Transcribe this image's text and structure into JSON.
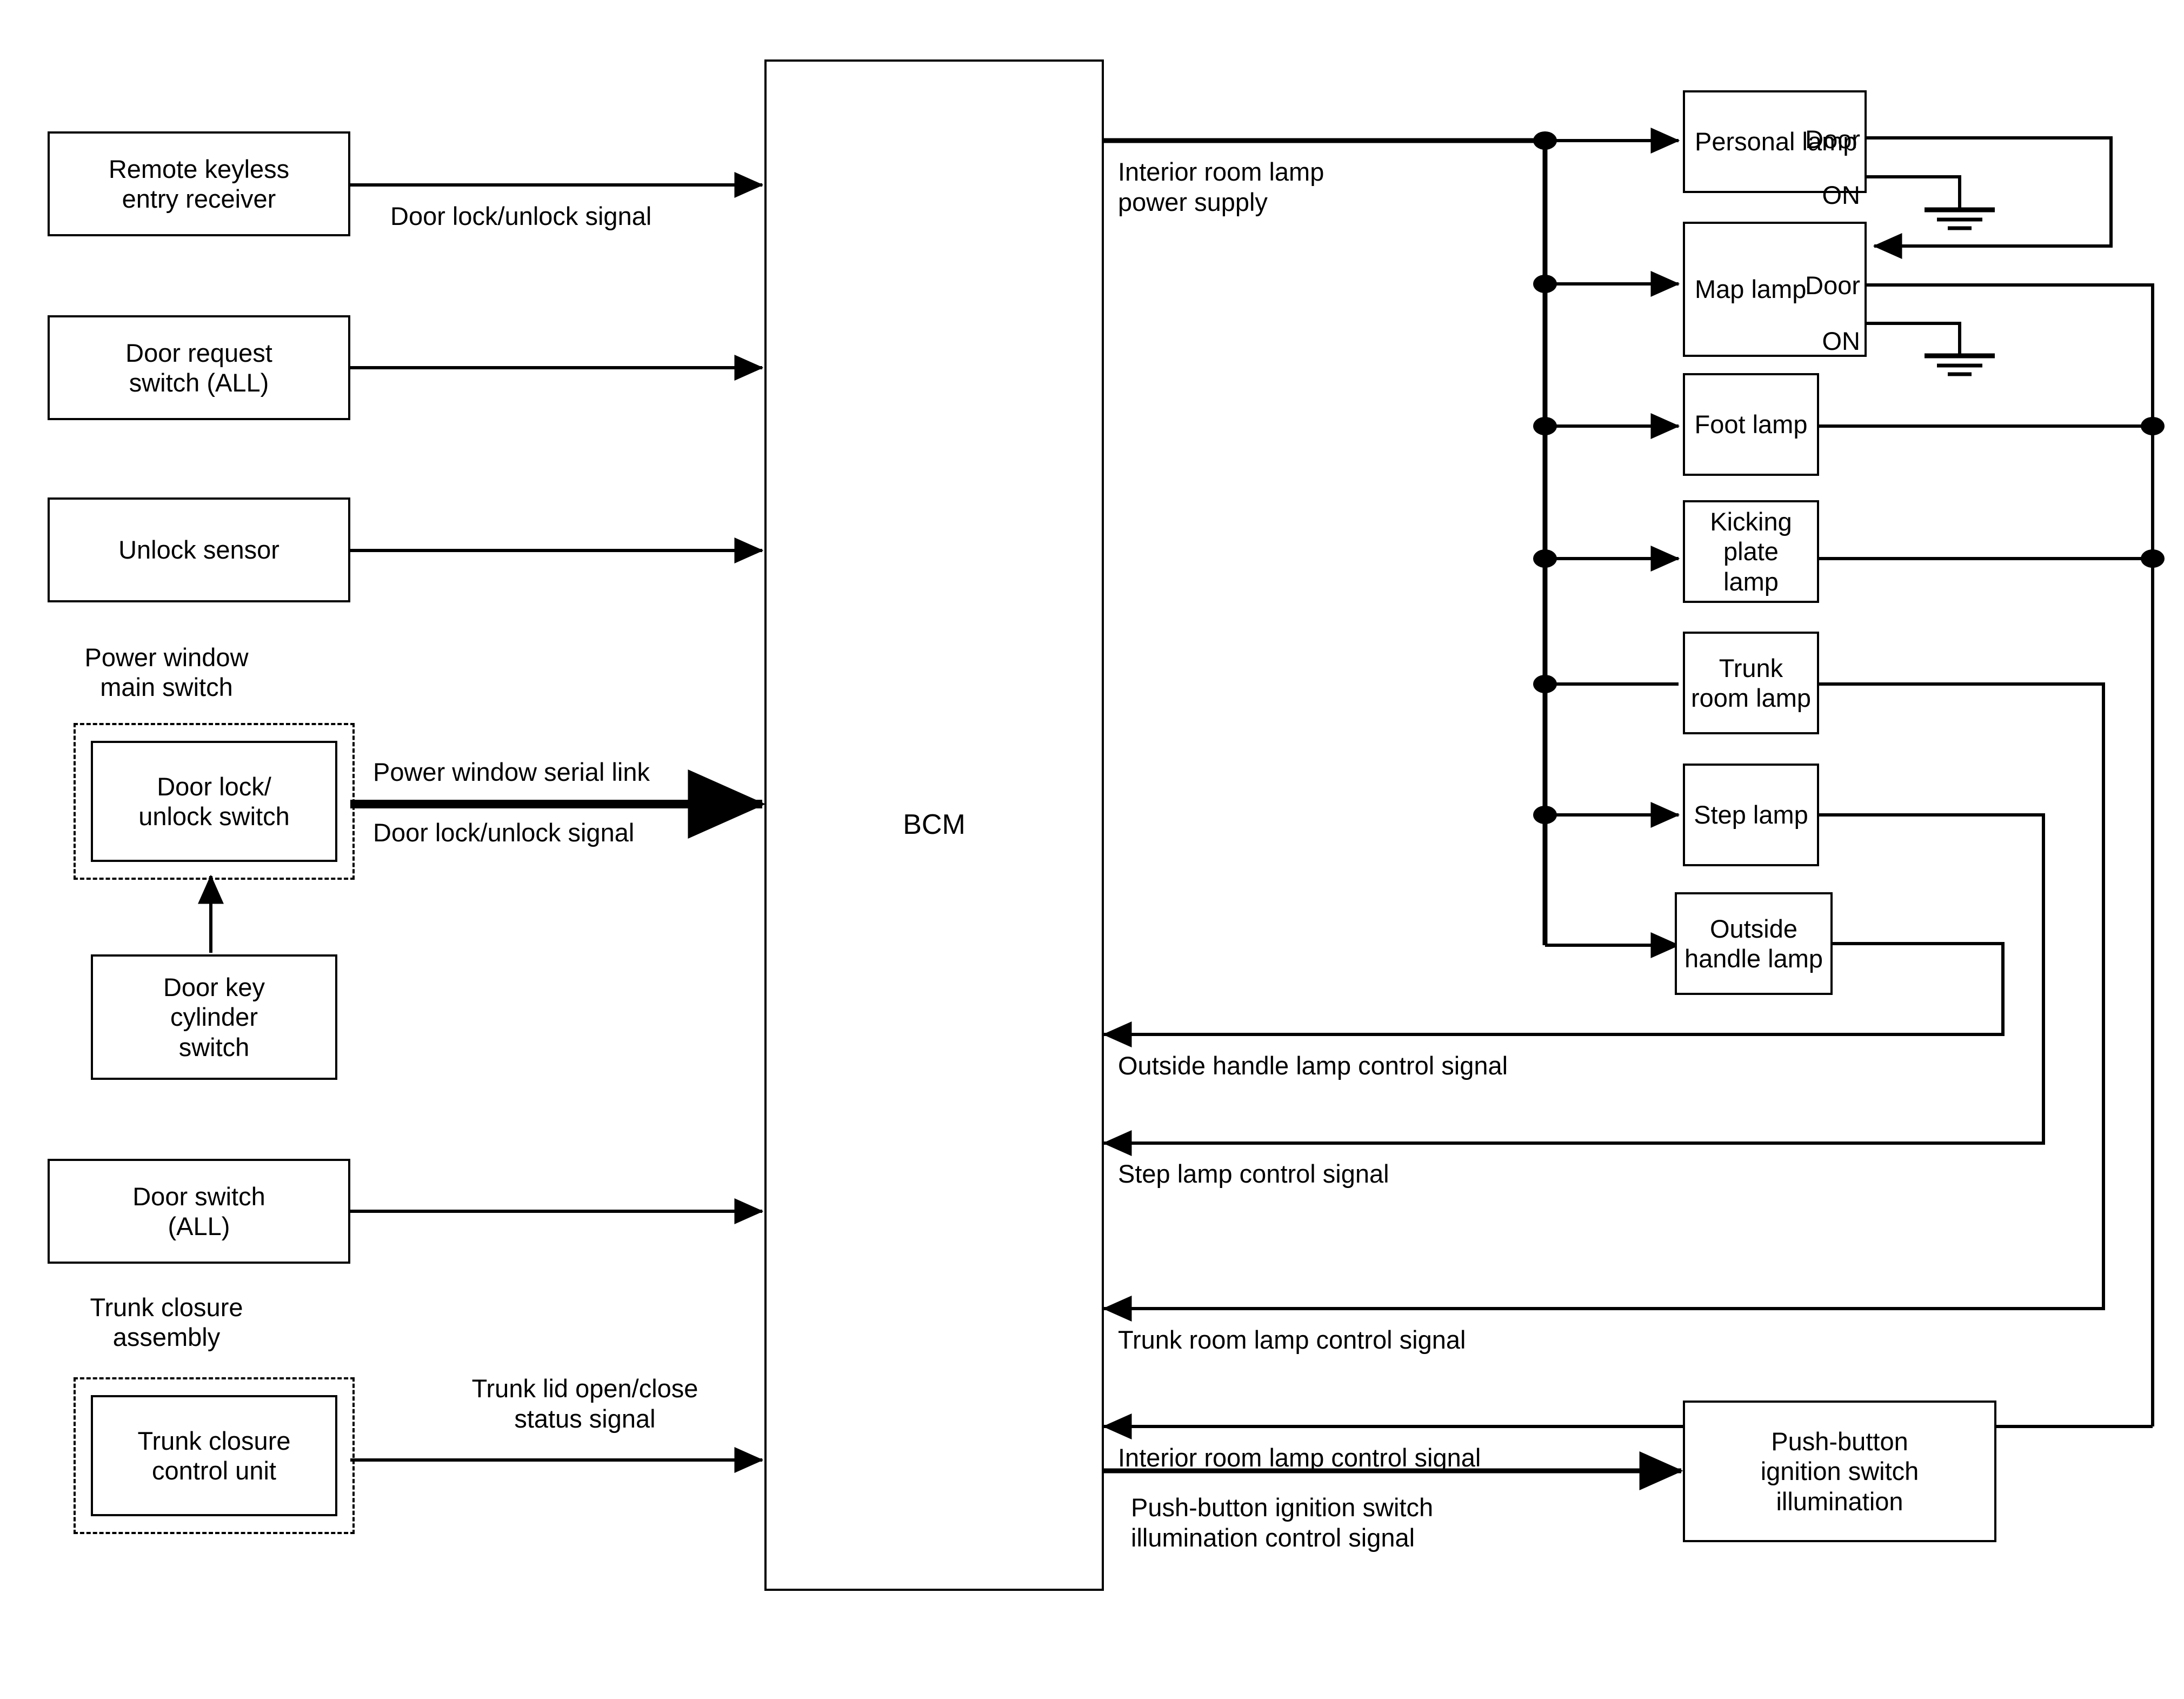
{
  "diagram": {
    "title_present": false,
    "controller": {
      "label": "BCM"
    },
    "inputs": [
      {
        "id": "rke",
        "label": "Remote keyless\nentry receiver",
        "signal": "Door lock/unlock signal"
      },
      {
        "id": "door-request-switch",
        "label": "Door request\nswitch (ALL)",
        "signal": ""
      },
      {
        "id": "unlock-sensor",
        "label": "Unlock sensor",
        "signal": ""
      },
      {
        "id": "door-lock-unlock-switch",
        "label": "Door lock/\nunlock switch",
        "signal": "Power window serial link",
        "signal2": "Door lock/unlock signal",
        "group": "Power window\nmain switch"
      },
      {
        "id": "door-key-cylinder-switch",
        "label": "Door key\ncylinder\nswitch",
        "signal": ""
      },
      {
        "id": "door-switch",
        "label": "Door switch\n(ALL)",
        "signal": ""
      },
      {
        "id": "trunk-closure-control-unit",
        "label": "Trunk closure\ncontrol unit",
        "signal": "Trunk lid open/close\nstatus signal",
        "group": "Trunk closure\nassembly"
      }
    ],
    "power_supply_label": "Interior room lamp\npower supply",
    "lamps": [
      {
        "id": "personal-lamp",
        "label": "Personal lamp",
        "switch_top": "Door",
        "switch_bottom": "ON"
      },
      {
        "id": "map-lamp",
        "label": "Map lamp",
        "switch_top": "Door",
        "switch_bottom": "ON"
      },
      {
        "id": "foot-lamp",
        "label": "Foot lamp",
        "switch_top": "",
        "switch_bottom": ""
      },
      {
        "id": "kicking-plate-lamp",
        "label": "Kicking plate\nlamp",
        "switch_top": "",
        "switch_bottom": ""
      },
      {
        "id": "trunk-room-lamp",
        "label": "Trunk\nroom lamp",
        "switch_top": "",
        "switch_bottom": ""
      },
      {
        "id": "step-lamp",
        "label": "Step lamp",
        "switch_top": "",
        "switch_bottom": ""
      },
      {
        "id": "outside-handle-lamp",
        "label": "Outside\nhandle lamp",
        "switch_top": "",
        "switch_bottom": ""
      }
    ],
    "feedback_signals": [
      {
        "id": "outside-handle-lamp-control-signal",
        "label": "Outside handle lamp control signal"
      },
      {
        "id": "step-lamp-control-signal",
        "label": "Step lamp control signal"
      },
      {
        "id": "trunk-room-lamp-control-signal",
        "label": "Trunk room lamp control signal"
      },
      {
        "id": "interior-room-lamp-control-signal",
        "label": "Interior room lamp control signal"
      }
    ],
    "outputs": [
      {
        "id": "push-button-ignition-switch-illumination",
        "label": "Push-button\nignition switch\nillumination",
        "signal": "Push-button ignition switch\nillumination control signal"
      }
    ],
    "colors": {
      "line": "#000000",
      "background": "#ffffff",
      "text": "#000000"
    }
  }
}
